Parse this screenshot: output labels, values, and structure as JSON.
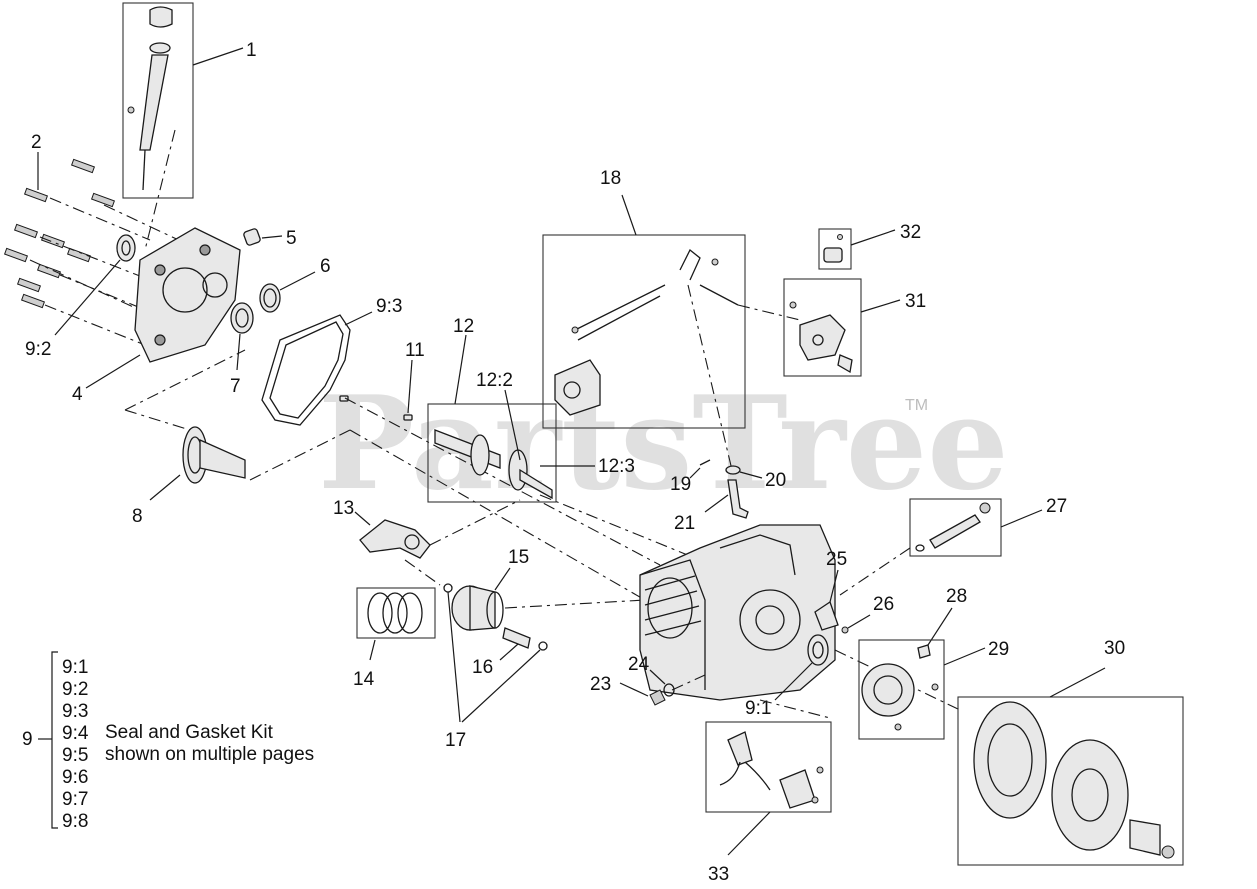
{
  "watermark": {
    "brand": "PartsTree",
    "trademark": "TM"
  },
  "callouts": {
    "c1": "1",
    "c2": "2",
    "c4": "4",
    "c5": "5",
    "c6": "6",
    "c7": "7",
    "c8": "8",
    "c9_2": "9:2",
    "c9_3": "9:3",
    "c9_1": "9:1",
    "c11": "11",
    "c12": "12",
    "c12_2": "12:2",
    "c12_3": "12:3",
    "c13": "13",
    "c14": "14",
    "c15": "15",
    "c16": "16",
    "c17": "17",
    "c18": "18",
    "c19": "19",
    "c20": "20",
    "c21": "21",
    "c23": "23",
    "c24": "24",
    "c25": "25",
    "c26": "26",
    "c27": "27",
    "c28": "28",
    "c29": "29",
    "c30": "30",
    "c31": "31",
    "c32": "32",
    "c33": "33"
  },
  "legend": {
    "group_number": "9",
    "items": [
      "9:1",
      "9:2",
      "9:3",
      "9:4",
      "9:5",
      "9:6",
      "9:7",
      "9:8"
    ],
    "note_line1": "Seal and Gasket Kit",
    "note_line2": "shown on multiple pages"
  }
}
